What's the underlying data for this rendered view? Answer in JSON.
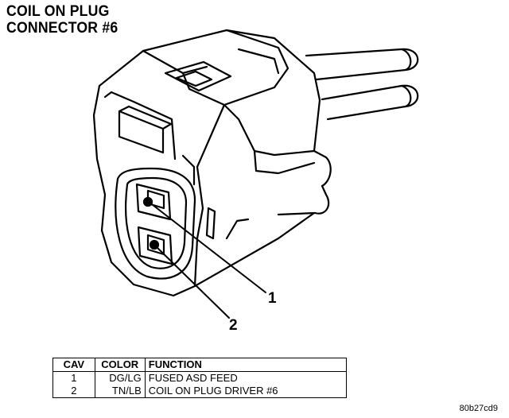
{
  "title": {
    "line1": "COIL ON PLUG",
    "line2": "CONNECTOR #6"
  },
  "callouts": [
    "1",
    "2"
  ],
  "table": {
    "headers": [
      "CAV",
      "COLOR",
      "FUNCTION"
    ],
    "rows": [
      {
        "cav": "1",
        "color": "DG/LG",
        "function": "FUSED ASD FEED"
      },
      {
        "cav": "2",
        "color": "TN/LB",
        "function": "COIL ON PLUG DRIVER #6"
      }
    ]
  },
  "figure_code": "80b27cd9"
}
